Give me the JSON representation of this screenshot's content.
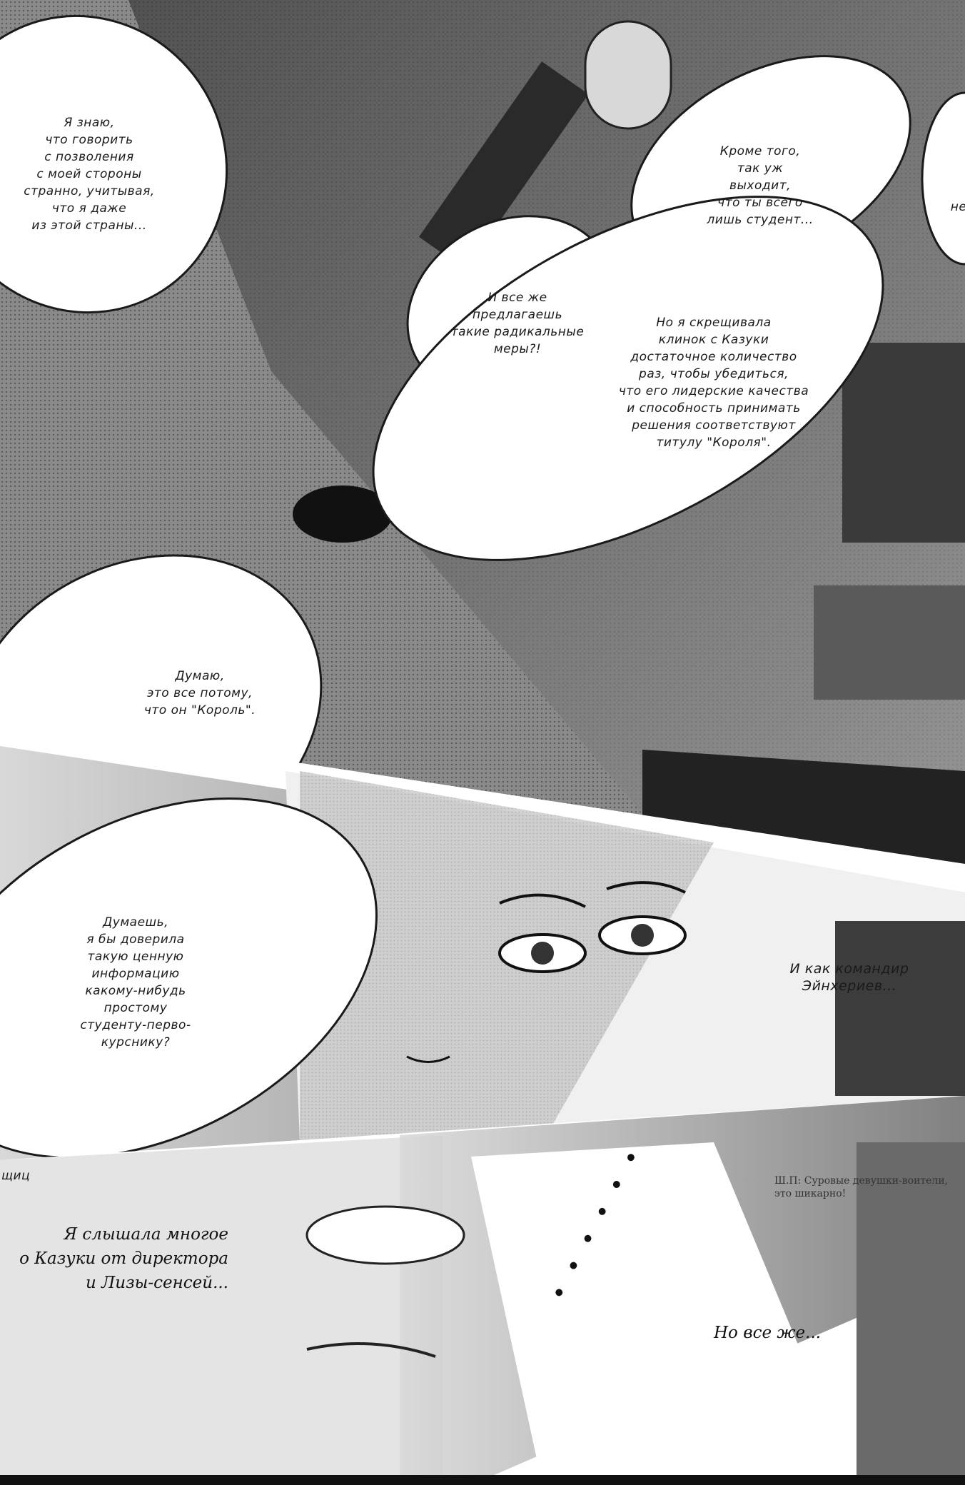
{
  "bubbles": [
    {
      "id": "b1",
      "text": "Я знаю,\nчто говорить\nс позволения\nс моей стороны\nстранно, учитывая,\nчто я даже\nиз этой страны..."
    },
    {
      "id": "b2",
      "text": "Кроме того,\nтак уж\nвыходит,\nчто ты всего\nлишь студент..."
    },
    {
      "id": "b3",
      "text": "И все же\nпредлагаешь\nтакие радикальные\nмеры?!"
    },
    {
      "id": "b4",
      "text": "Но я скрещивала\nклинок с Казуки\nдостаточное количество\nраз, чтобы убедиться,\nчто его лидерские качества\nи способность принимать\nрешения соответствуют\nтитулу \"Короля\"."
    },
    {
      "id": "b5",
      "text": "Думаю,\nэто все потому,\nчто он \"Король\"."
    },
    {
      "id": "b6",
      "text": "Думаешь,\nя бы доверила\nтакую ценную\nинформацию\nкакому-нибудь\nпростому\nстуденту-перво-\nкурснику?"
    },
    {
      "id": "b7",
      "text": "И как командир\nЭйнхериев..."
    }
  ],
  "fragments": {
    "right_cut": "не",
    "left_cut": "щиц"
  },
  "narration": {
    "left": "Я слышала многое\nо Казуки от директора\nи Лизы-сенсей...",
    "right": "Но все же..."
  },
  "note": "Ш.П: Суровые девушки-воители,\nэто шикарно!",
  "ellipsis": "• • • • • •"
}
